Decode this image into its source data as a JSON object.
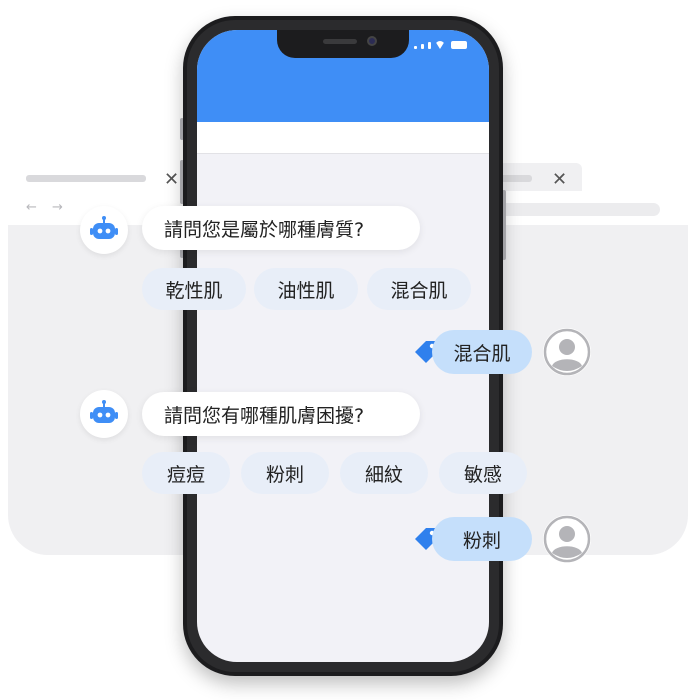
{
  "colors": {
    "accent": "#3f8ef6",
    "user_bubble": "#c5dffb",
    "chip": "#e8eef8",
    "tag": "#2f80ed"
  },
  "icons": {
    "bot": "robot-icon",
    "user": "user-avatar-icon",
    "tag": "tag-icon",
    "close": "close-icon",
    "back": "back-arrow-icon",
    "forward": "forward-arrow-icon"
  },
  "browser": {
    "close_symbol": "✕",
    "back_symbol": "←",
    "forward_symbol": "→"
  },
  "chat": {
    "q1": "請問您是屬於哪種膚質?",
    "q1_options": [
      "乾性肌",
      "油性肌",
      "混合肌"
    ],
    "a1": "混合肌",
    "q2": "請問您有哪種肌膚困擾?",
    "q2_options": [
      "痘痘",
      "粉刺",
      "細紋",
      "敏感"
    ],
    "a2": "粉刺"
  }
}
